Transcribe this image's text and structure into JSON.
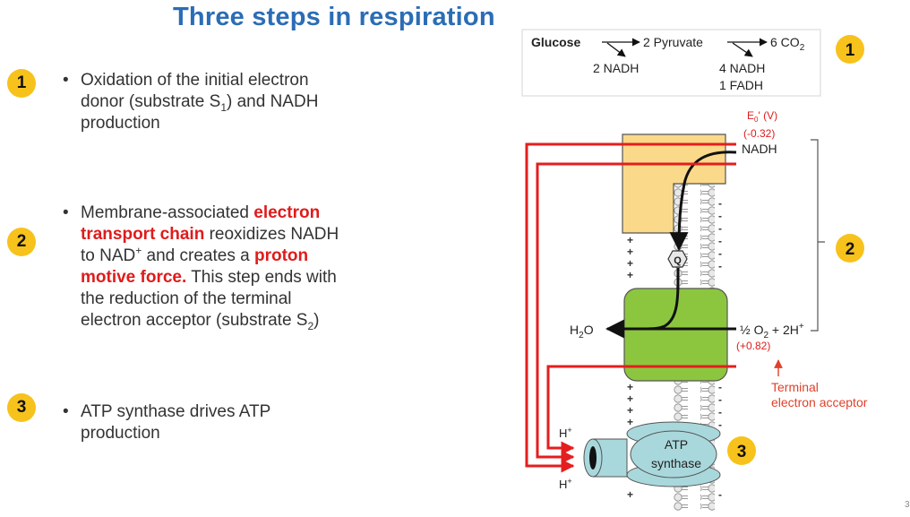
{
  "title": "Three steps in respiration",
  "steps": [
    {
      "badge": "1"
    },
    {
      "badge": "2"
    },
    {
      "badge": "3"
    }
  ],
  "bullets": {
    "b1": {
      "dot": "•",
      "l1": "Oxidation of the initial electron",
      "l2a": "donor (substrate S",
      "l2sub": "1",
      "l2b": ") and NADH",
      "l3": "production"
    },
    "b2": {
      "dot": "•",
      "l1a": "Membrane-associated ",
      "l1r": "electron",
      "l2r": "transport chain",
      "l2b": " reoxidizes NADH",
      "l3a": "to NAD",
      "l3sup": "+",
      "l3b": " and creates a ",
      "l3r": "proton",
      "l4r": "motive force.",
      "l4b": " This step ends with",
      "l5": "the reduction of the terminal",
      "l6a": "electron acceptor (substrate S",
      "l6sub": "2",
      "l6b": ")"
    },
    "b3": {
      "dot": "•",
      "l1": "ATP synthase drives ATP",
      "l2": "production"
    }
  },
  "diagram": {
    "glucose": "Glucose",
    "pyruvate": "2 Pyruvate",
    "co2": "6 CO",
    "co2_sub": "2",
    "nadh2": "2 NADH",
    "nadh4": "4 NADH",
    "fadh": "1 FADH",
    "e0": "E",
    "e0_sub": "0",
    "e0_rest": "' (V)",
    "potential_nadh": "(-0.32)",
    "nadh": "NADH",
    "h2o_h": "H",
    "h2o_sub": "2",
    "h2o_o": "O",
    "o2_half": "½ O",
    "o2_sub": "2",
    "o2_rest": " + 2H",
    "o2_sup": "+",
    "potential_o2": "(+0.82)",
    "terminal1": "Terminal",
    "terminal2": "electron acceptor",
    "h_plus_top": "H",
    "h_plus_bottom": "H",
    "plus": "+",
    "atp1": "ATP",
    "atp2": "synthase",
    "q": "Q",
    "minus": "-"
  },
  "page_number": "3",
  "colors": {
    "title": "#2b6db5",
    "badge": "#f7c21b",
    "highlight": "#e01b1b",
    "complex_top": "#fbd98a",
    "complex_green": "#8cc63f",
    "atp_synthase": "#a9d8dc"
  }
}
